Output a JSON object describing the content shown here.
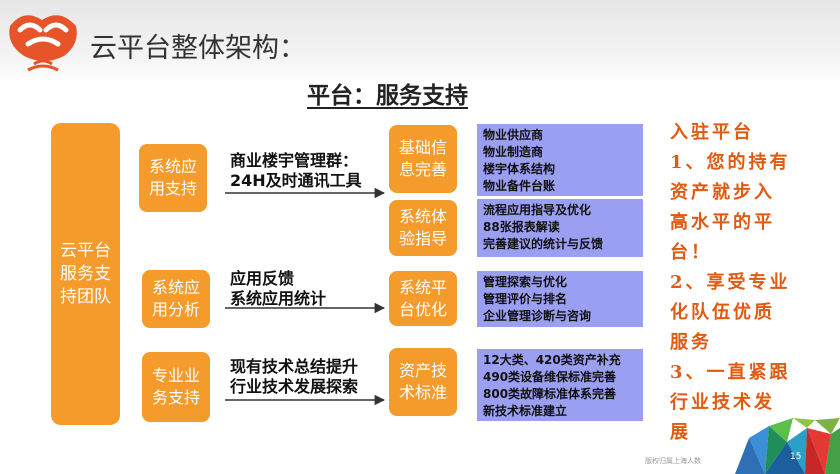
{
  "header": {
    "title": "云平台整体架构："
  },
  "subtitle": "平台：服务支持",
  "team": {
    "label": "云平台\n服务支\n持团队"
  },
  "rows": [
    {
      "left_box": "系统应\n用支持",
      "middle_text": "商业楼宇管理群：\n24H及时通讯工具"
    },
    {
      "left_box": "系统应\n用分析",
      "middle_text": "应用反馈\n系统应用统计"
    },
    {
      "left_box": "专业业\n务支持",
      "middle_text": "现有技术总结提升\n行业技术发展探索"
    }
  ],
  "service_boxes": [
    {
      "label": "基础信\n息完善",
      "details": [
        "物业供应商",
        "物业制造商",
        "楼宇体系结构",
        "物业备件台账"
      ]
    },
    {
      "label": "系统体\n验指导",
      "details": [
        "流程应用指导及优化",
        "88张报表解读",
        "完善建议的统计与反馈"
      ]
    },
    {
      "label": "系统平\n台优化",
      "details": [
        "管理探索与优化",
        "管理评价与排名",
        "企业管理诊断与咨询"
      ]
    },
    {
      "label": "资产技\n术标准",
      "details": [
        "12大类、420类资产补充",
        "490类设备维保标准完善",
        "800类故障标准体系完善",
        "新技术标准建立"
      ]
    }
  ],
  "right_panel": {
    "lines": [
      "入驻平台",
      "1、您的持有",
      "资产就步入",
      "高水平的平",
      "台！",
      "2、享受专业",
      "化队伍优质",
      "服务",
      "3、一直紧跟",
      "行业技术发",
      "展"
    ]
  },
  "footer": {
    "text": "版权归属上海人数",
    "page_number": "15"
  },
  "colors": {
    "orange": "#f59b2c",
    "purple": "#9b9ff2",
    "accent_text": "#e05a12",
    "logo": "#e8542a"
  }
}
